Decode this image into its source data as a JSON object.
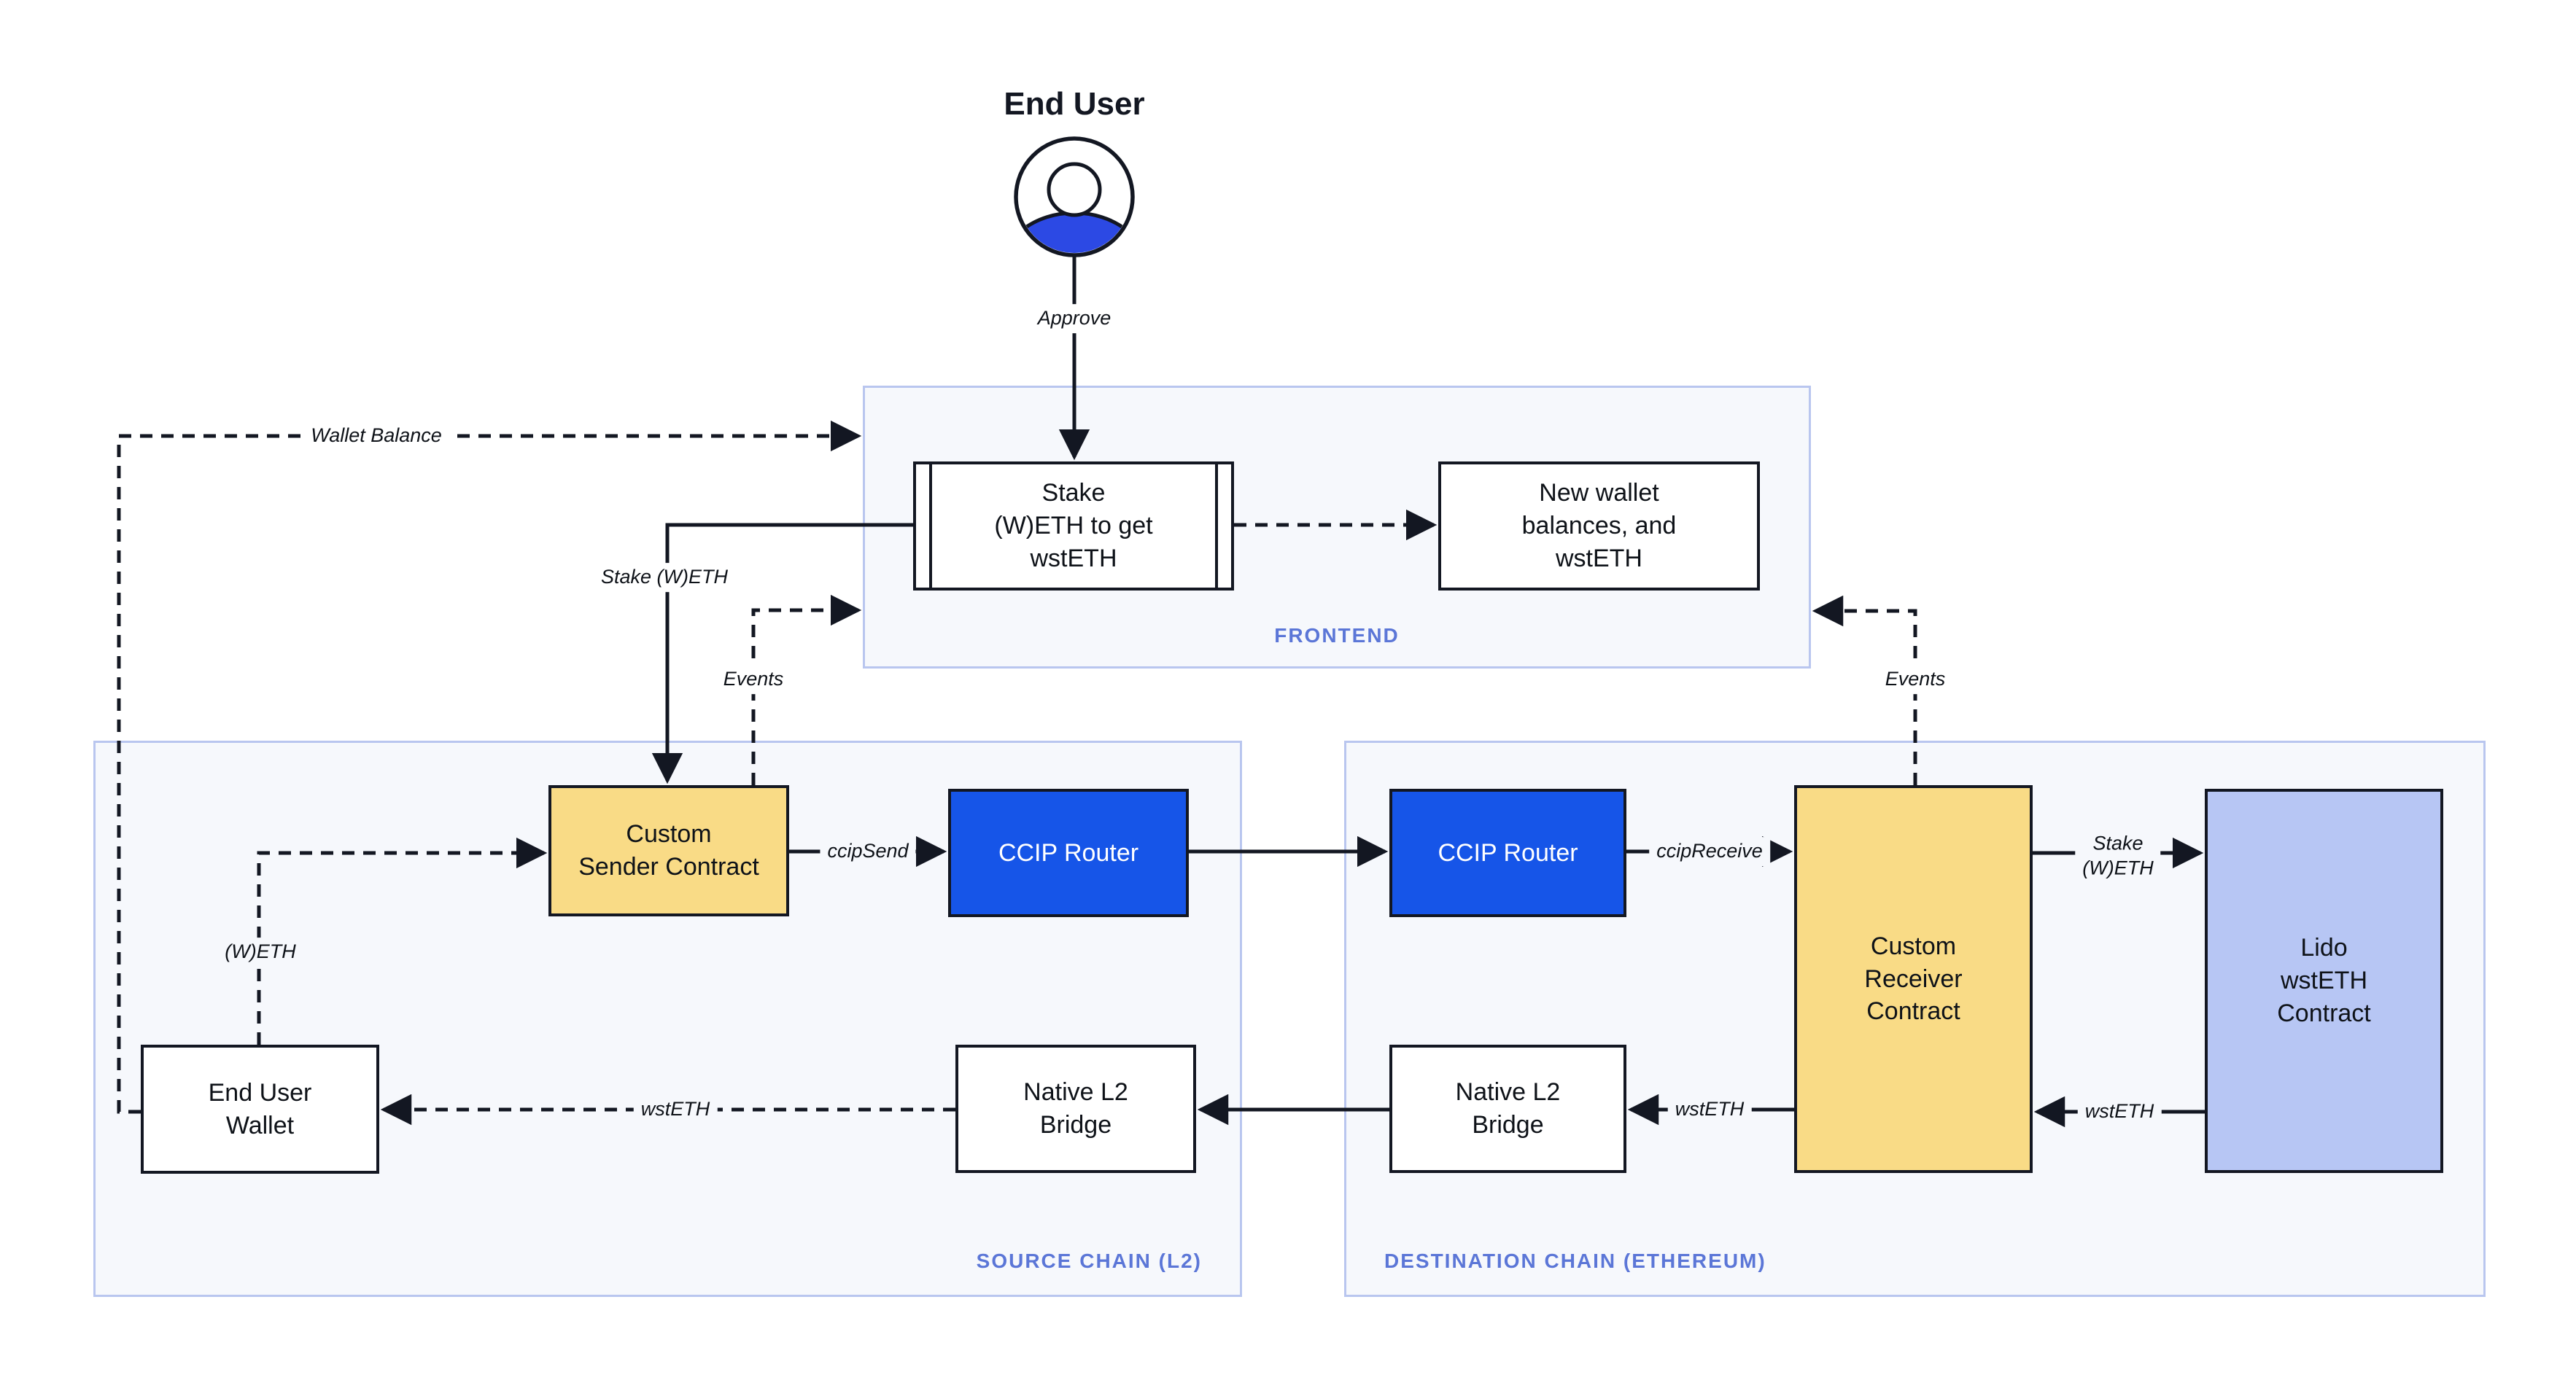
{
  "end_user": {
    "label": "End User"
  },
  "containers": {
    "frontend": {
      "label": "FRONTEND"
    },
    "source": {
      "label": "SOURCE CHAIN (L2)"
    },
    "destination": {
      "label": "DESTINATION CHAIN (ETHEREUM)"
    }
  },
  "nodes": {
    "stake_box": {
      "label": "Stake\n(W)ETH to get\nwstETH",
      "shape": "predefined-process"
    },
    "new_wallet_box": {
      "label": "New wallet\nbalances, and\nwstETH"
    },
    "sender": {
      "label": "Custom\nSender Contract"
    },
    "router_source": {
      "label": "CCIP Router"
    },
    "router_dest": {
      "label": "CCIP Router"
    },
    "receiver": {
      "label": "Custom\nReceiver\nContract"
    },
    "lido": {
      "label": "Lido\nwstETH\nContract"
    },
    "wallet": {
      "label": "End User\nWallet"
    },
    "bridge_source": {
      "label": "Native L2\nBridge"
    },
    "bridge_dest": {
      "label": "Native L2\nBridge"
    }
  },
  "edge_labels": {
    "approve": "Approve",
    "wallet_balance": "Wallet Balance",
    "stake_weth": "Stake (W)ETH",
    "events_source": "Events",
    "events_dest": "Events",
    "weth": "(W)ETH",
    "ccip_send": "ccipSend",
    "ccip_receive": "ccipReceive",
    "stake_weth_dest": "Stake\n(W)ETH",
    "wsteth_from_lido": "wstETH",
    "wsteth_to_bridge": "wstETH",
    "wsteth_to_wallet": "wstETH"
  },
  "colors": {
    "contract_yellow": "#F9DB86",
    "router_blue": "#1655E8",
    "lido_lavender": "#B7C6F4",
    "container_bg": "#F6F8FC",
    "container_border": "#B9C6EF",
    "container_label": "#5B76D7",
    "stroke_dark": "#131722",
    "avatar_blue": "#2C49E4"
  }
}
